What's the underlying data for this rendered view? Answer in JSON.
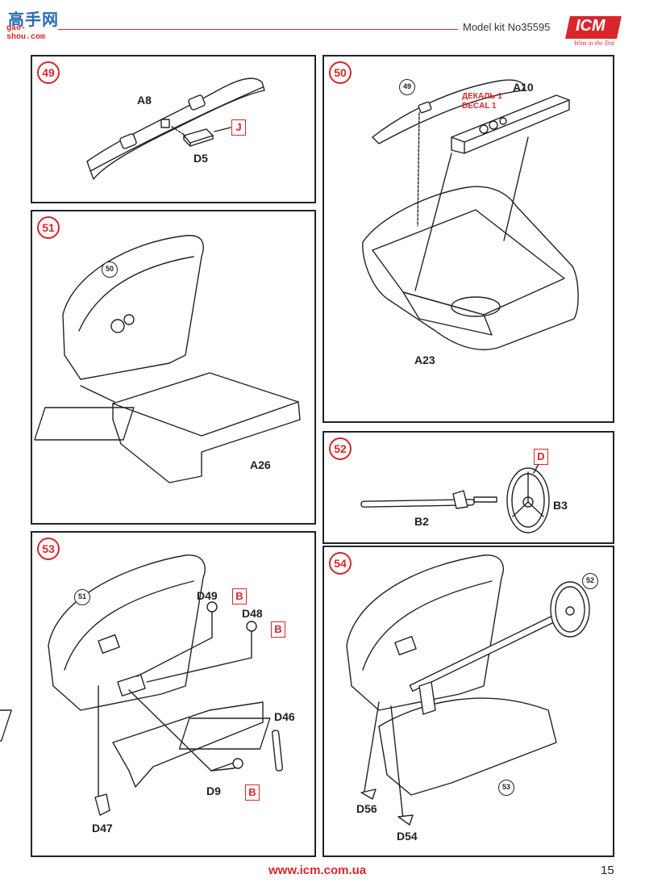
{
  "header": {
    "watermark_cn": "高手网",
    "watermark_url": "gao-shou.com",
    "model_kit": "Model kit No35595",
    "logo": "ICM",
    "logo_tagline": "Wins in the Test"
  },
  "steps": {
    "s49": {
      "number": "49",
      "parts": {
        "a8": "A8",
        "d5": "D5"
      },
      "paint": "J"
    },
    "s50": {
      "number": "50",
      "ref": "49",
      "parts": {
        "a10": "A10",
        "a23": "A23"
      },
      "decal_ru": "ДЕКАЛЬ 1",
      "decal_en": "DECAL 1"
    },
    "s51": {
      "number": "51",
      "ref": "50",
      "parts": {
        "a26": "A26"
      }
    },
    "s52": {
      "number": "52",
      "parts": {
        "b2": "B2",
        "b3": "B3"
      },
      "paint": "D"
    },
    "s53": {
      "number": "53",
      "ref": "51",
      "parts": {
        "d49": "D49",
        "d48": "D48",
        "d46": "D46",
        "d9": "D9",
        "d47": "D47"
      },
      "paint": "B"
    },
    "s54": {
      "number": "54",
      "ref_top": "52",
      "ref_bottom": "53",
      "parts": {
        "d56": "D56",
        "d54": "D54"
      }
    }
  },
  "footer": {
    "url": "www.icm.com.ua",
    "page": "15"
  },
  "colors": {
    "accent": "#d9262a",
    "line": "#222222"
  }
}
